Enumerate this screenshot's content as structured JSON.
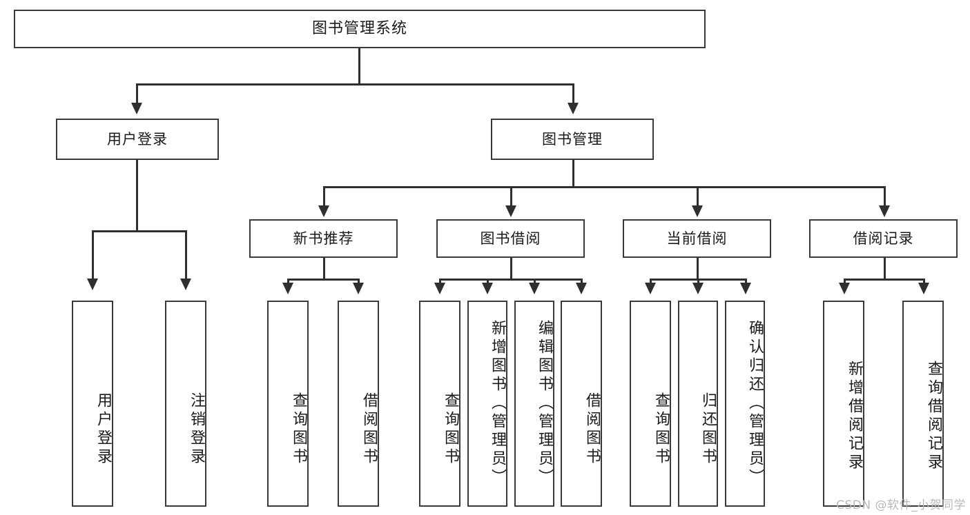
{
  "diagram": {
    "type": "tree",
    "title": "图书管理系统",
    "root": {
      "label": "图书管理系统"
    },
    "level1": [
      {
        "label": "用户登录"
      },
      {
        "label": "图书管理"
      }
    ],
    "level2": [
      {
        "label": "新书推荐"
      },
      {
        "label": "图书借阅"
      },
      {
        "label": "当前借阅"
      },
      {
        "label": "借阅记录"
      }
    ],
    "leaves": {
      "user_login": [
        {
          "label": "用户登录"
        },
        {
          "label": "注销登录"
        }
      ],
      "new_book_recommend": [
        {
          "label": "查询图书"
        },
        {
          "label": "借阅图书"
        }
      ],
      "book_borrow": [
        {
          "label": "查询图书"
        },
        {
          "label": "新增图书（管理员）"
        },
        {
          "label": "编辑图书（管理员）"
        },
        {
          "label": "借阅图书"
        }
      ],
      "current_borrow": [
        {
          "label": "查询图书"
        },
        {
          "label": "归还图书"
        },
        {
          "label": "确认归还（管理员）"
        }
      ],
      "borrow_record": [
        {
          "label": "新增借阅记录"
        },
        {
          "label": "查询借阅记录"
        }
      ]
    }
  },
  "watermark": {
    "text": "CSDN @软件_小贺同学"
  },
  "colors": {
    "background": "#ffffff",
    "box_border": "#3a3a3a",
    "connector": "#2f2f2f",
    "text": "#1a1a1a",
    "watermark": "#b9b9b9"
  }
}
